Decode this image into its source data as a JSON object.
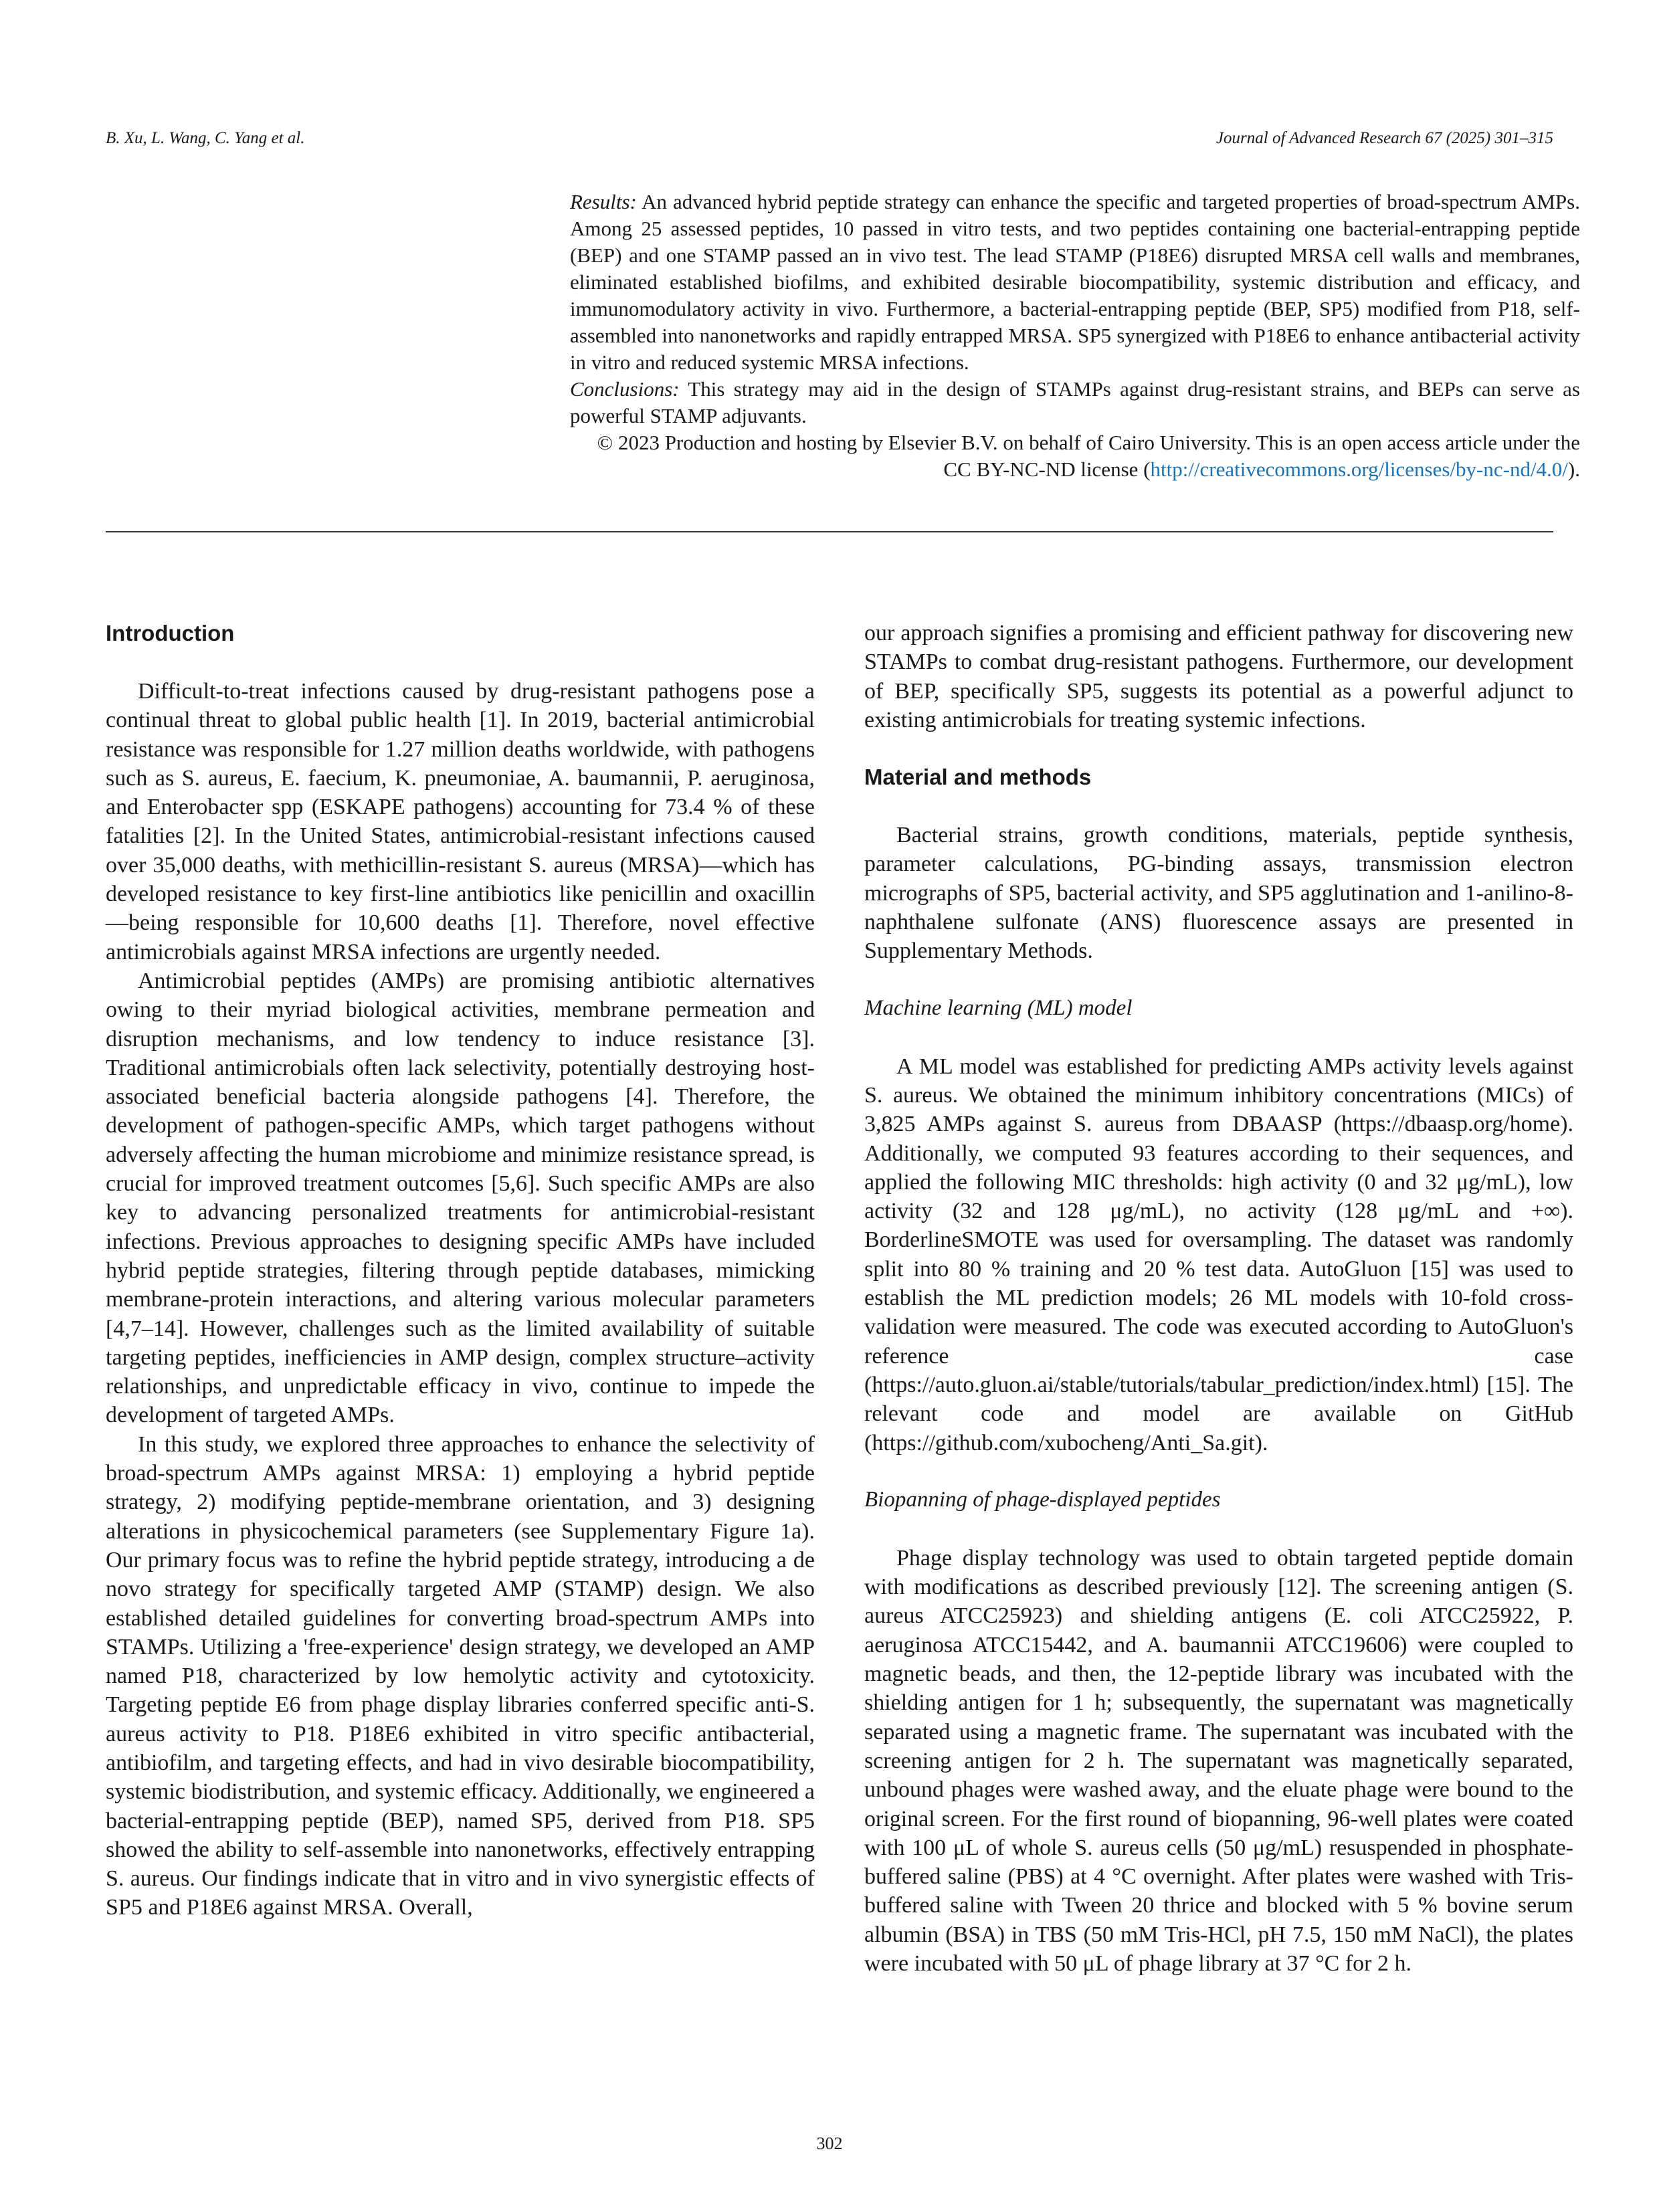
{
  "header": {
    "authors": "B. Xu, L. Wang, C. Yang et al.",
    "journal": "Journal of Advanced Research 67 (2025) 301–315"
  },
  "abstract": {
    "results_label": "Results:",
    "results_text": "An advanced hybrid peptide strategy can enhance the specific and targeted properties of broad-spectrum AMPs. Among 25 assessed peptides, 10 passed in vitro tests, and two peptides containing one bacterial-entrapping peptide (BEP) and one STAMP passed an in vivo test. The lead STAMP (P18E6) disrupted MRSA cell walls and membranes, eliminated established biofilms, and exhibited desirable biocompatibility, systemic distribution and efficacy, and immunomodulatory activity in vivo. Furthermore, a bacterial-entrapping peptide (BEP, SP5) modified from P18, self-assembled into nanonetworks and rapidly entrapped MRSA. SP5 synergized with P18E6 to enhance antibacterial activity in vitro and reduced systemic MRSA infections.",
    "conclusions_label": "Conclusions:",
    "conclusions_text": "This strategy may aid in the design of STAMPs against drug-resistant strains, and BEPs can serve as powerful STAMP adjuvants.",
    "license_prefix": "© 2023 Production and hosting by Elsevier B.V. on behalf of Cairo University. This is an open access article under the CC BY-NC-ND license (",
    "license_url": "http://creativecommons.org/licenses/by-nc-nd/4.0/",
    "license_suffix": ")."
  },
  "intro": {
    "heading": "Introduction",
    "p1": "Difficult-to-treat infections caused by drug-resistant pathogens pose a continual threat to global public health [1]. In 2019, bacterial antimicrobial resistance was responsible for 1.27 million deaths worldwide, with pathogens such as S. aureus, E. faecium, K. pneumoniae, A. baumannii, P. aeruginosa, and Enterobacter spp (ESKAPE pathogens) accounting for 73.4 % of these fatalities [2]. In the United States, antimicrobial-resistant infections caused over 35,000 deaths, with methicillin-resistant S. aureus (MRSA)—which has developed resistance to key first-line antibiotics like penicillin and oxacillin—being responsible for 10,600 deaths [1]. Therefore, novel effective antimicrobials against MRSA infections are urgently needed.",
    "p2": "Antimicrobial peptides (AMPs) are promising antibiotic alternatives owing to their myriad biological activities, membrane permeation and disruption mechanisms, and low tendency to induce resistance [3]. Traditional antimicrobials often lack selectivity, potentially destroying host-associated beneficial bacteria alongside pathogens [4]. Therefore, the development of pathogen-specific AMPs, which target pathogens without adversely affecting the human microbiome and minimize resistance spread, is crucial for improved treatment outcomes [5,6]. Such specific AMPs are also key to advancing personalized treatments for antimicrobial-resistant infections. Previous approaches to designing specific AMPs have included hybrid peptide strategies, filtering through peptide databases, mimicking membrane-protein interactions, and altering various molecular parameters [4,7–14]. However, challenges such as the limited availability of suitable targeting peptides, inefficiencies in AMP design, complex structure–activity relationships, and unpredictable efficacy in vivo, continue to impede the development of targeted AMPs.",
    "p3": "In this study, we explored three approaches to enhance the selectivity of broad-spectrum AMPs against MRSA: 1) employing a hybrid peptide strategy, 2) modifying peptide-membrane orientation, and 3) designing alterations in physicochemical parameters (see Supplementary Figure 1a). Our primary focus was to refine the hybrid peptide strategy, introducing a de novo strategy for specifically targeted AMP (STAMP) design. We also established detailed guidelines for converting broad-spectrum AMPs into STAMPs. Utilizing a 'free-experience' design strategy, we developed an AMP named P18, characterized by low hemolytic activity and cytotoxicity. Targeting peptide E6 from phage display libraries conferred specific anti-S. aureus activity to P18. P18E6 exhibited in vitro specific antibacterial, antibiofilm, and targeting effects, and had in vivo desirable biocompatibility, systemic biodistribution, and systemic efficacy. Additionally, we engineered a bacterial-entrapping peptide (BEP), named SP5, derived from P18. SP5 showed the ability to self-assemble into nanonetworks, effectively entrapping S. aureus. Our findings indicate that in vitro and in vivo synergistic effects of SP5 and P18E6 against MRSA. Overall,",
    "p4": "our approach signifies a promising and efficient pathway for discovering new STAMPs to combat drug-resistant pathogens. Furthermore, our development of BEP, specifically SP5, suggests its potential as a powerful adjunct to existing antimicrobials for treating systemic infections."
  },
  "methods": {
    "heading": "Material and methods",
    "p1": "Bacterial strains, growth conditions, materials, peptide synthesis, parameter calculations, PG-binding assays, transmission electron micrographs of SP5, bacterial activity, and SP5 agglutination and 1-anilino-8-naphthalene sulfonate (ANS) fluorescence assays are presented in Supplementary Methods.",
    "ml_heading": "Machine learning (ML) model",
    "ml_p": "A ML model was established for predicting AMPs activity levels against S. aureus. We obtained the minimum inhibitory concentrations (MICs) of 3,825 AMPs against S. aureus from DBAASP (https://dbaasp.org/home). Additionally, we computed 93 features according to their sequences, and applied the following MIC thresholds: high activity (0 and 32 μg/mL), low activity (32 and 128 μg/mL), no activity (128 μg/mL and +∞). BorderlineSMOTE was used for oversampling. The dataset was randomly split into 80 % training and 20 % test data. AutoGluon [15] was used to establish the ML prediction models; 26 ML models with 10-fold cross-validation were measured. The code was executed according to AutoGluon's reference case (https://auto.gluon.ai/stable/tutorials/tabular_prediction/index.html) [15]. The relevant code and model are available on GitHub (https://github.com/xubocheng/Anti_Sa.git).",
    "bio_heading": "Biopanning of phage-displayed peptides",
    "bio_p": "Phage display technology was used to obtain targeted peptide domain with modifications as described previously [12]. The screening antigen (S. aureus ATCC25923) and shielding antigens (E. coli ATCC25922, P. aeruginosa ATCC15442, and A. baumannii ATCC19606) were coupled to magnetic beads, and then, the 12-peptide library was incubated with the shielding antigen for 1 h; subsequently, the supernatant was magnetically separated using a magnetic frame. The supernatant was incubated with the screening antigen for 2 h. The supernatant was magnetically separated, unbound phages were washed away, and the eluate phage were bound to the original screen. For the first round of biopanning, 96-well plates were coated with 100 μL of whole S. aureus cells (50 μg/mL) resuspended in phosphate-buffered saline (PBS) at 4 °C overnight. After plates were washed with Tris-buffered saline with Tween 20 thrice and blocked with 5 % bovine serum albumin (BSA) in TBS (50 mM Tris-HCl, pH 7.5, 150 mM NaCl), the plates were incubated with 50 μL of phage library at 37 °C for 2 h."
  },
  "footer": {
    "page_number": "302"
  }
}
